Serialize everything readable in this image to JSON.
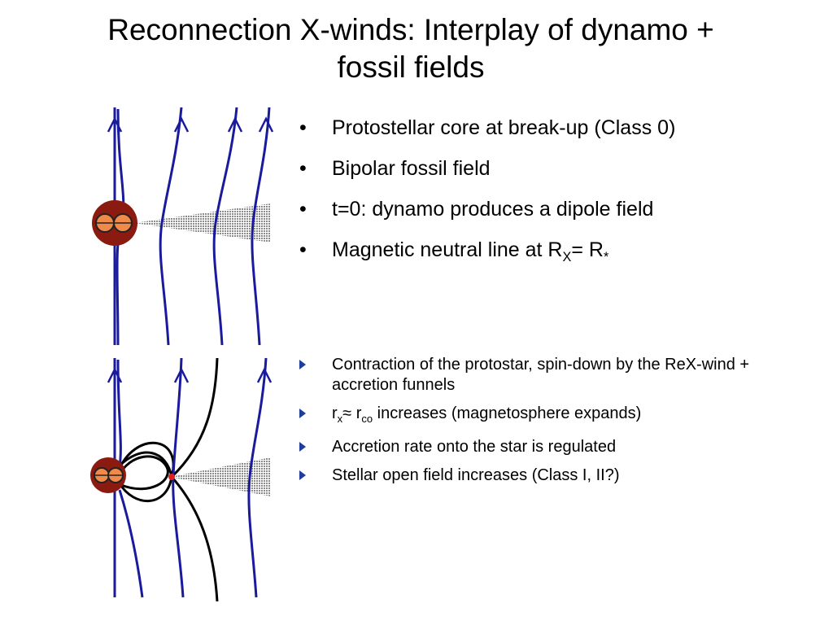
{
  "title": {
    "line1": "Reconnection X-winds: Interplay of dynamo +",
    "line2": "fossil fields"
  },
  "top_bullets": [
    {
      "text": "Protostellar core at break-up (Class 0)"
    },
    {
      "text": "Bipolar fossil field"
    },
    {
      "text": "t=0: dynamo produces a dipole field"
    },
    {
      "text_before": "Magnetic neutral line at R",
      "sub1": "X",
      "text_mid": "= R",
      "sub2": "*"
    }
  ],
  "bottom_bullets": [
    {
      "text": "Contraction of the protostar, spin-down by the ReX-wind + accretion funnels"
    },
    {
      "pre": "r",
      "sub1": "x",
      "mid": "≈ r",
      "sub2": "co",
      "post": " increases (magnetosphere expands)"
    },
    {
      "text": "Accretion rate onto the star is regulated"
    },
    {
      "text": "Stellar open field increases (Class I, II?)"
    }
  ],
  "colors": {
    "field_line": "#1a1a9c",
    "closed_line": "#000000",
    "star": "#8b1a10",
    "star_inner": "#f08a4a",
    "disk": "#9a9a9a",
    "bullet_arrow": "#1f3d9a"
  },
  "icons": {
    "top_bullet": "bullet-dot",
    "bottom_bullet": "triangle-arrow"
  }
}
